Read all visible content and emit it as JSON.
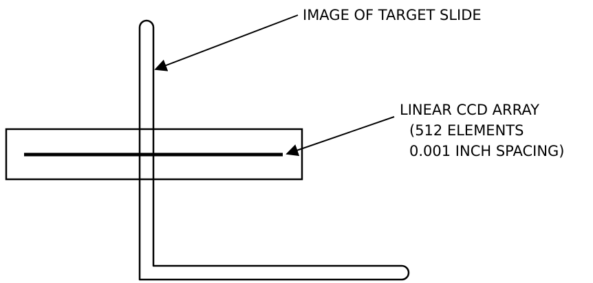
{
  "labels": {
    "target_slide": "IMAGE OF TARGET SLIDE",
    "ccd_line1": "LINEAR CCD ARRAY",
    "ccd_line2": "(512 ELEMENTS",
    "ccd_line3": "0.001 INCH SPACING)"
  },
  "colors": {
    "stroke": "#000000",
    "background": "#ffffff"
  }
}
